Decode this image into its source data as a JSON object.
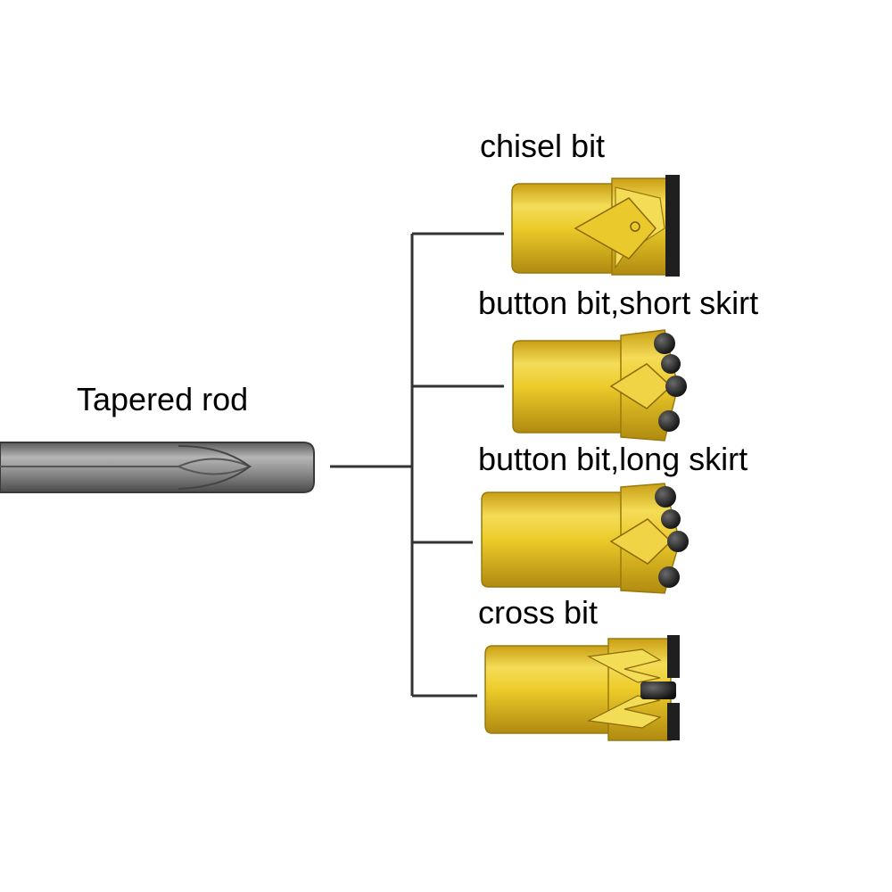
{
  "labels": {
    "rod": "Tapered rod",
    "chisel": "chisel bit",
    "button_short": "button bit,short skirt",
    "button_long": "button bit,long skirt",
    "cross": "cross bit"
  },
  "colors": {
    "bit_body": "#e8c21c",
    "bit_highlight": "#f7e36a",
    "bit_shadow": "#b89212",
    "carbide": "#1f1f1f",
    "rod": "#8a8a8a",
    "rod_dark": "#4a4a4a",
    "connector_line": "#333333"
  }
}
